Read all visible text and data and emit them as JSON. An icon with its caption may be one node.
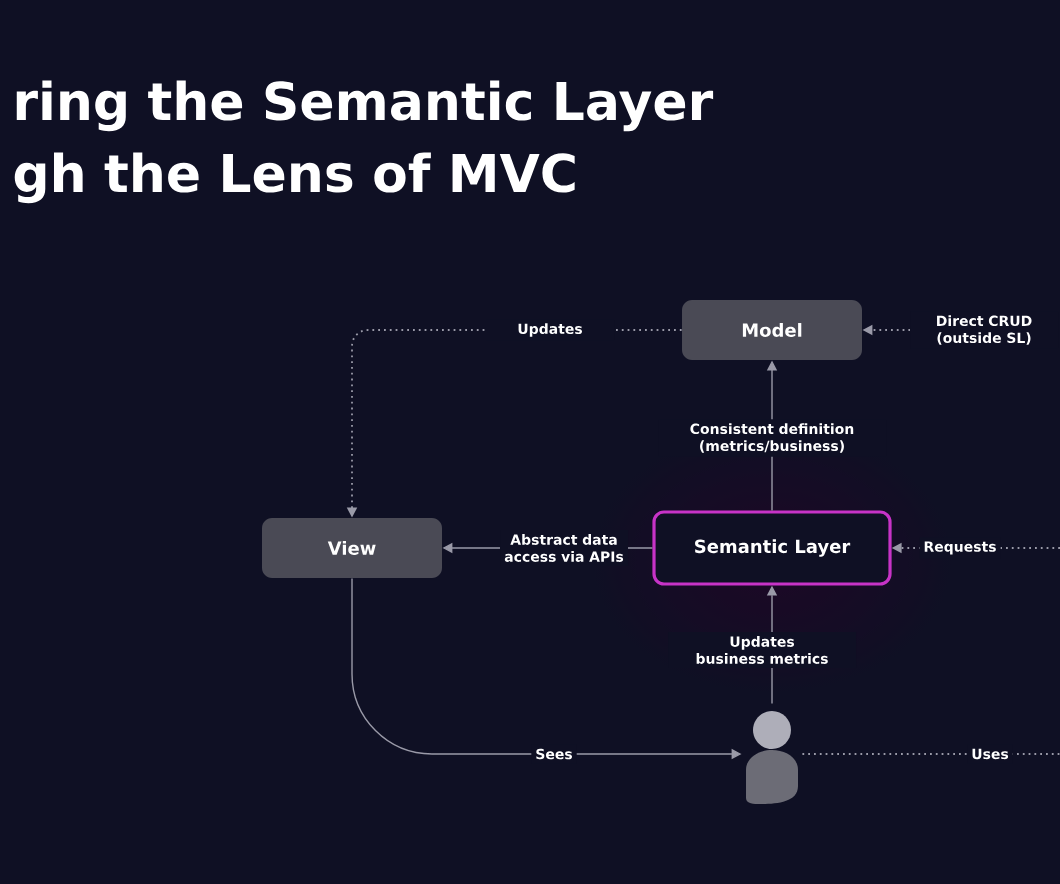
{
  "diagram": {
    "title": "ring the Semantic Layer gh the Lens of MVC",
    "nodes": [
      {
        "text": [
          "Model"
        ]
      },
      {
        "text": [
          "View"
        ]
      },
      {
        "text": [
          "Semantic Layer"
        ]
      },
      {
        "text": [],
        "shape": "person"
      }
    ],
    "edges": [
      {
        "from": 0,
        "to": 1,
        "arrow": "to",
        "label": "Updates",
        "style": "dashed"
      },
      {
        "from": null,
        "to": 0,
        "arrow": "to",
        "label": "Direct CRUD (outside SL)",
        "style": "dashed"
      },
      {
        "from": 2,
        "to": 0,
        "arrow": "to",
        "label": "Consistent definition (metrics/business)"
      },
      {
        "from": 2,
        "to": 1,
        "arrow": "to",
        "label": "Abstract data access via APIs"
      },
      {
        "from": null,
        "to": 2,
        "arrow": "to",
        "label": "Requests",
        "style": "dashed"
      },
      {
        "from": 3,
        "to": 2,
        "arrow": "to",
        "label": "Updates business metrics"
      },
      {
        "from": 1,
        "to": 3,
        "arrow": "to",
        "label": "Sees"
      },
      {
        "from": 3,
        "to": null,
        "arrow": "none",
        "label": "Uses",
        "style": "dashed"
      }
    ]
  }
}
